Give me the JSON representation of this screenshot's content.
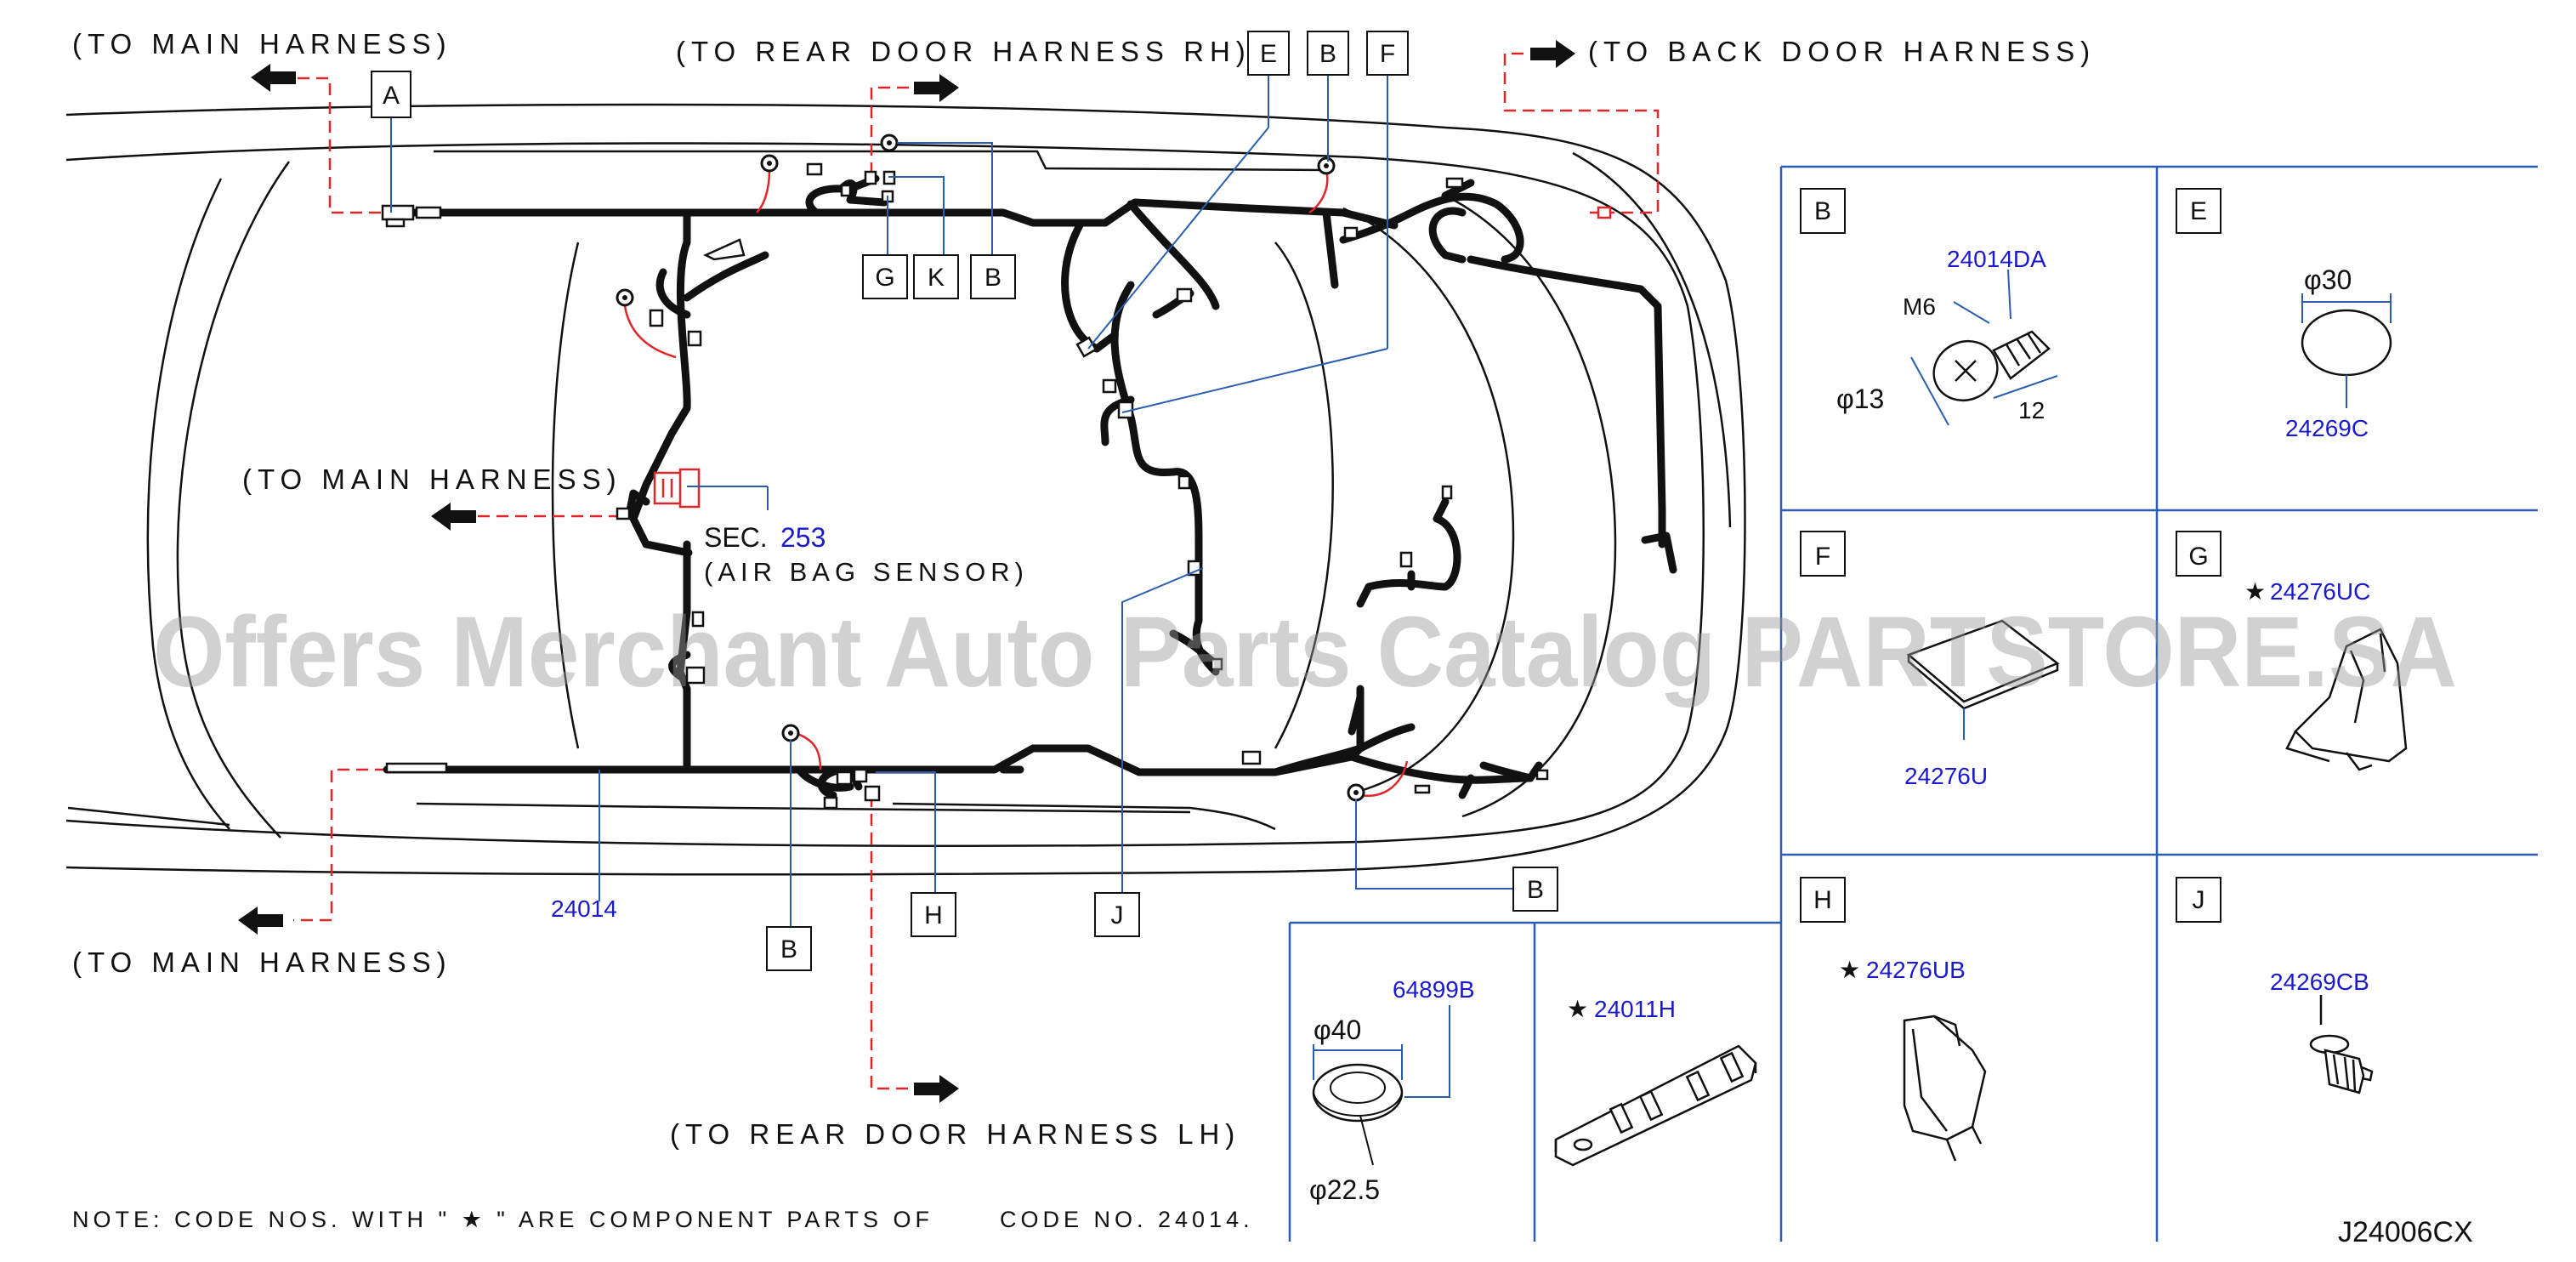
{
  "harness_labels": {
    "main_top": "(TO  MAIN  HARNESS)",
    "rear_door_rh": "(TO  REAR  DOOR  HARNESS  RH)",
    "back_door": "(TO  BACK  DOOR  HARNESS)",
    "main_mid": "(TO  MAIN  HARNESS)",
    "main_bottom": "(TO  MAIN  HARNESS)",
    "rear_door_lh": "(TO  REAR  DOOR  HARNESS  LH)"
  },
  "sec_ref": {
    "prefix": "SEC.",
    "number": "253",
    "desc": "(AIR  BAG  SENSOR)"
  },
  "main_part": "24014",
  "callouts": {
    "A": "A",
    "E": "E",
    "B1": "B",
    "F": "F",
    "G": "G",
    "K": "K",
    "B2": "B",
    "B3": "B",
    "H": "H",
    "J": "J",
    "B4": "B"
  },
  "detail_panels": {
    "B": {
      "letter": "B",
      "code": "24014DA",
      "thread": "M6",
      "diameter": "φ13",
      "length": "12"
    },
    "E": {
      "letter": "E",
      "code": "24269C",
      "diameter": "φ30"
    },
    "F": {
      "letter": "F",
      "code": "24276U"
    },
    "G": {
      "letter": "G",
      "star": "★",
      "code": "24276UC"
    },
    "grommet": {
      "code": "64899B",
      "outer": "φ40",
      "inner": "φ22.5"
    },
    "bracket": {
      "star": "★",
      "code": "24011H"
    },
    "H": {
      "letter": "H",
      "star": "★",
      "code": "24276UB"
    },
    "J": {
      "letter": "J",
      "code": "24269CB"
    }
  },
  "note": {
    "text": "NOTE:  CODE  NOS.  WITH  \"  ★ \"  ARE  COMPONENT  PARTS  OF",
    "code": "CODE  NO.  24014."
  },
  "figure_id": "J24006CX",
  "watermark": "Offers Merchant Auto Parts Catalog PARTSTORE.SA",
  "colors": {
    "line": "#111111",
    "code": "#1a1acc",
    "dash": "#e0262b",
    "leader": "#2a5db0",
    "panel": "#2a5db0",
    "watermark": "#9a9a9a"
  }
}
